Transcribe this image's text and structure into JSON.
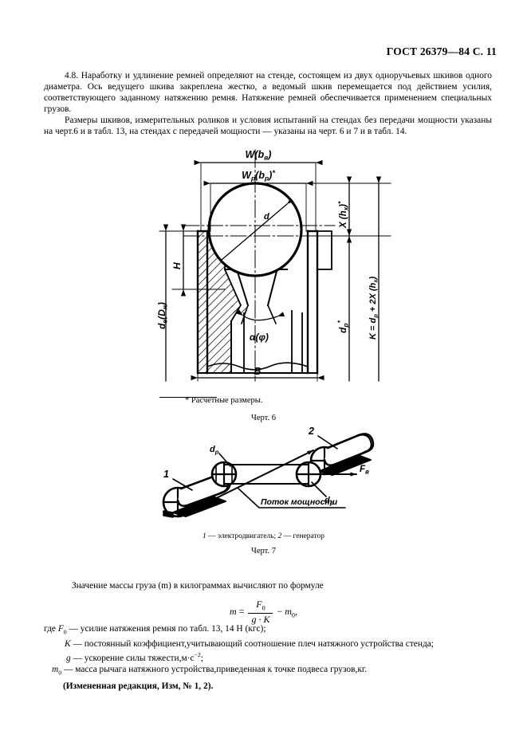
{
  "header": {
    "standard": "ГОСТ 26379—84 С. 11"
  },
  "body": {
    "paragraph_1": "4.8.  Наработку и удлинение ремней определяют на стенде, состоящем из двух одноручьевых шкивов одного диаметра. Ось ведущего шкива закреплена жестко, а ведомый шкив перемещается под действием усилия, соответствующего заданному натяжению ремня. Натяжение ремней обеспечивается применением специальных грузов.",
    "paragraph_2": "Размеры шкивов, измерительных роликов и условия испытаний на стендах без передачи мощности указаны на черт.6 и в табл. 13, на стендах с передачей мощности — указаны на черт. 6 и 7 и в табл. 14."
  },
  "figure6": {
    "labels": {
      "width_outer": "W(b",
      "width_outer_sub": "в",
      "width_outer_end": ")",
      "width_pitch": "W",
      "width_pitch_sub": "p",
      "width_pitch_mid": "(b",
      "width_pitch_sub2": "p",
      "width_pitch_end": ")",
      "asterisk": "*",
      "diameter_outer": "d",
      "diameter_outer_sub": "e",
      "diameter_outer_mid": "(D",
      "diameter_outer_sub2": "н",
      "diameter_outer_end": ")",
      "height_h": "H",
      "circle_d": "d",
      "angle": "α(φ)",
      "width_b": "B",
      "x_label": "X (h",
      "x_label_sub": "x",
      "x_label_end": ")",
      "dp_label": "d",
      "dp_label_sub": "p",
      "k_label": "K = d",
      "k_label_sub": "p",
      "k_label_mid": " + 2X (h",
      "k_label_sub2": "x",
      "k_label_end": ")"
    },
    "footnote": "* Расчетные размеры.",
    "caption": "Черт. 6"
  },
  "figure7": {
    "labels": {
      "item1": "1",
      "item2": "2",
      "dp_left": "d",
      "dp_left_sub": "p",
      "dp_right": "d",
      "dp_right_sub": "p",
      "force": "F",
      "force_sub": "в",
      "power_flow": "Поток мощности"
    },
    "legend_1": "1",
    "legend_1_text": " — электродвигатель; ",
    "legend_2": "2",
    "legend_2_text": " — генератор",
    "caption": "Черт. 7"
  },
  "formula_section": {
    "intro": "Значение массы груза (m) в килограммах вычисляют по формуле",
    "formula": {
      "lhs": "m",
      "eq": "=",
      "numerator": "F",
      "numerator_sub": "0",
      "denominator": "g · K",
      "minus": "−",
      "rhs": "m",
      "rhs_sub": "0",
      "comma": ","
    },
    "where_lines": [
      {
        "prefix": "где ",
        "symbol": "F",
        "symbol_sub": "0",
        "text": " — усилие натяжения ремня по табл. 13, 14 Н (кгс);"
      },
      {
        "prefix": "",
        "symbol": "K",
        "symbol_sub": "",
        "text": " — постоянный коэффициент,учитывающий соотношение плеч натяжного устройства стенда;"
      },
      {
        "prefix": "",
        "symbol": "g",
        "symbol_sub": "",
        "text": " — ускорение силы тяжести,м·с",
        "sup": "−2",
        "tail": ";"
      },
      {
        "prefix": "",
        "symbol": "m",
        "symbol_sub": "0",
        "text": " — масса рычага натяжного устройства,приведенная к точке подвеса грузов,кг."
      }
    ],
    "revision": "(Измененная редакция, Изм, № 1, 2)."
  }
}
